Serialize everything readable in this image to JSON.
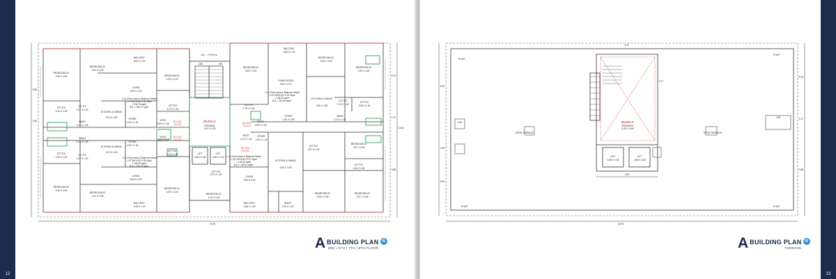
{
  "document": {
    "type": "architectural floor plan brochure spread"
  },
  "left_page": {
    "page_number": "12",
    "brand": {
      "letter": "A",
      "title": "BUILDING PLAN",
      "subtitle": "3RD | 5TH | 7TH | 9TH FLOOR",
      "badge": "N"
    },
    "labels": {
      "lvl": "LVL. = 70.00 ea",
      "bldg": "BLDG-A",
      "passage": "PASSAGE",
      "passage_dim": "3.00 X 4.00",
      "balcony_tl": "BALCONY",
      "balcony_tl_dim": "3.80 X 1.20",
      "balcony_tr": "BALCONY",
      "balcony_tr_dim": "3.80 X 1.22",
      "bedroom01_tl": "BEDROOM-01",
      "bedroom01_tl_dim": "3.30 X 4.00",
      "bedroom02_tl": "BEDROOM-02",
      "bedroom02_tl_dim": "3.51 X 3.35",
      "bedroom03_tl": "BEDROOM-03",
      "bedroom03_tl_dim": "3.30 X 4.50",
      "living_tl": "LIVING",
      "living_tl_dim": "3.60 X 4.00",
      "kitchen_tl": "KITCHEN & DINING",
      "kitchen_tl_dim": "3.22 X 4.59",
      "att_toi_tl": "ATT.TOI",
      "att_toi_tl_dim": "2.73 X 1.50",
      "co_toi_tl": "CO.TOI",
      "co_toi_tl_dim": "1.37 X 1.00",
      "wash_tl": "WASH",
      "wash_tl_dim": "2.14 X 1.45",
      "store_tl": "STORE",
      "store_tl_dim": "1.30 X 1.94",
      "vesti_tl": "VESTI",
      "vesti_tl_dim": "2.80 X 1.45",
      "att_toi_tl2": "ATT.TOI",
      "att_toi_tl2_dim": "2.40 X 1.80",
      "ca_tl": "C.A.=Floor Area & Balcony+Wash",
      "ca_tl_2": "= 97.85+6.50+4.00 sqmt.",
      "ca_tl_3": "= 104.76 sqmt.",
      "ba_tl": "B.A.= 106.21 sqmt.",
      "living_room_tr": "LIVING ROOM",
      "living_room_tr_dim": "3.60 X 4.19",
      "bedroom01_tr": "BEDROOM-01",
      "bedroom01_tr_dim": "3.30 X 4.01",
      "bedroom02_tr": "BEDROOM-02",
      "bedroom02_tr_dim": "3.30 X 3.05",
      "bedroom03_tr": "BEDROOM-03",
      "bedroom03_tr_dim": "3.30 X 4.00",
      "kitchen_tr": "KITCHEN & DINING",
      "kitchen_tr_dim": "3.06 X 4.62",
      "att_toi_tr": "ATT.TOI",
      "att_toi_tr_dim": "2.78 X 1.50",
      "co_toi_tr": "CO.TOI",
      "co_toi_tr_dim": "2.13 X 1.50",
      "att_toi_tr2": "ATT.TOI",
      "att_toi_tr2_dim": "2.46 X 1.50",
      "wash_tr": "WASH",
      "wash_tr_dim": "2.14 X 1.47",
      "ca_tr": "C.A.=Floor Area & Balcony+Wash",
      "ca_tr_2": "= 102.06+6.50+3.15 sqmt.",
      "ca_tr_3": "= 108.25 sqmt.",
      "ba_tr": "B.A.= 113.60 sqmt.",
      "vesti_c": "VESTI",
      "vesti_c_dim": "2.80 X 1.45",
      "vesti_c2": "VESTI",
      "vesti_c2_dim": "1.14 X 1.42",
      "store_c": "STORE",
      "store_c_dim": "1.45 X 1.90",
      "store_c2": "STORE",
      "store_c2_dim": "1.50 X 1.32",
      "lift1": "LIFT",
      "lift1_dim": "1.86 X 1.82",
      "lift2": "LIFT",
      "lift2_dim": "1.86 X 1.82",
      "att_toi_c": "ATT.TOI",
      "att_toi_c_dim": "2.21 X 1.50",
      "att_toi_bl": "ATT.TOI",
      "att_toi_bl_dim": "2.73 X 1.50",
      "bedroom01_bl": "BEDROOM-01",
      "bedroom01_bl_dim": "3.30 X 4.00",
      "bedroom02_bl": "BEDROOM-02",
      "bedroom02_bl_dim": "3.41 X 3.35",
      "bedroom03_bl": "BEDROOM-03",
      "bedroom03_bl_dim": "3.30 X 4.50",
      "living_bl": "LIVING",
      "living_bl_dim": "3.60 X 4.00",
      "kitchen_bl": "KITCHEN & DINING",
      "kitchen_bl_dim": "3.22 X 4.59",
      "balcony_bl": "BALCONY",
      "balcony_bl_dim": "3.49 X 1.22",
      "wash_bl": "WASH",
      "wash_bl_dim": "2.14 X 1.45",
      "store_bl": "STORE",
      "store_bl_dim": "1.30 X 1.94",
      "vesti_bl": "VESTI",
      "vesti_bl_dim": "2.80 X 1.17",
      "co_toi_bl": "CO.TOI",
      "co_toi_bl_dim": "1.37 X 1.00",
      "att_toi_bl2": "ATT.TOI",
      "att_toi_bl2_dim": "2.46 X 1.80",
      "ca_bl": "C.A.=Floor Area & Balcony+Wash",
      "ca_bl_2": "= 97.35+4.00+3.00 sqmt.",
      "ca_bl_3": "= 104.93 sqmt.",
      "ba_bl": "B.A.= 105.19 sqmt.",
      "ca_br": "C.A.=Floor Area & Balcony+Wash",
      "ca_br_2": "= 121.09+6.84+5.37 sqmt.",
      "ca_br_3": "= 133.30 sqmt.",
      "ba_br": "B.A.= 134.64 sqmt.",
      "living_br": "LIVING",
      "living_br_dim": "3.60 X 5.25",
      "kitchen_br": "KITCHEN & DINING",
      "kitchen_br_dim": "3.60 X 4.25",
      "bedroom01_br": "BEDROOM-01",
      "bedroom01_br_dim": "4.15 X 3.05",
      "bedroom02_br": "BEDROOM-02",
      "bedroom02_br_dim": "3.05 X 3.05",
      "bedroom03_br": "BEDROOM-03",
      "bedroom03_br_dim": "2.97 X 3.45",
      "bedroom04_br": "BEDROOM-04",
      "bedroom04_br_dim": "3.57 X 3.05",
      "att_toi_br": "ATT.TOI",
      "att_toi_br_dim": "2.46 X 1.54",
      "att_toi_br2": "ATT.TOI",
      "att_toi_br2_dim": "1.57 X 1.00",
      "balcony_br": "BALCONY",
      "balcony_br_dim": "3.66 X 1.53",
      "wash_br": "WASH",
      "wash_br_dim": "2.00 X 1.52",
      "unit_ids_1": "301,501,",
      "unit_ids_1b": "701,901",
      "unit_ids_2": "302,502,",
      "unit_ids_2b": "702,902",
      "unit_ids_3": "303,503,",
      "unit_ids_3b": "703,903",
      "unit_ids_4": "304,504,",
      "unit_ids_4b": "704,904",
      "dim_total": "32.90",
      "dim_left_a": "5.80",
      "dim_left_b": "2.80",
      "dim_right_a": "5.73",
      "dim_right_b": "1.47",
      "dim_right_c": "3.85",
      "dim_center": "16.42",
      "dim_top_a": "2.80",
      "dim_top_b": "2.80"
    }
  },
  "right_page": {
    "page_number": "13",
    "brand": {
      "letter": "A",
      "title": "BUILDING PLAN",
      "subtitle": "TERRACE",
      "badge": "N"
    },
    "labels": {
      "rwp_tl": "R.W.P.",
      "rwp_tr": "R.W.P.",
      "rwp_bl": "R.W.P.",
      "rwp_br": "R.W.P.",
      "open_terrace_l": "OPEN TERRACE",
      "open_terrace_r": "OPEN TERRACE",
      "bldg": "BLDG-A",
      "passage": "PASSAGE",
      "passage_dim": "5.25 X 4.65",
      "lift1": "LIFT",
      "lift1_dim": "1.86 X 1.82",
      "lift2": "LIFT",
      "lift2_dim": "1.86 X 1.82",
      "dim_total": "32.90",
      "dim_top": "6.37",
      "dim_left_a": "6.42",
      "dim_left_b": "2.40",
      "dim_left_c": "6.42",
      "dim_right_a": "5.73",
      "dim_right_b": "1.47",
      "dim_right_c": "3.85",
      "dim_inner_a": "2.62",
      "dim_inner_b": "5.77",
      "dim_side_a": "2.56",
      "dim_side_b": "2.60"
    }
  }
}
